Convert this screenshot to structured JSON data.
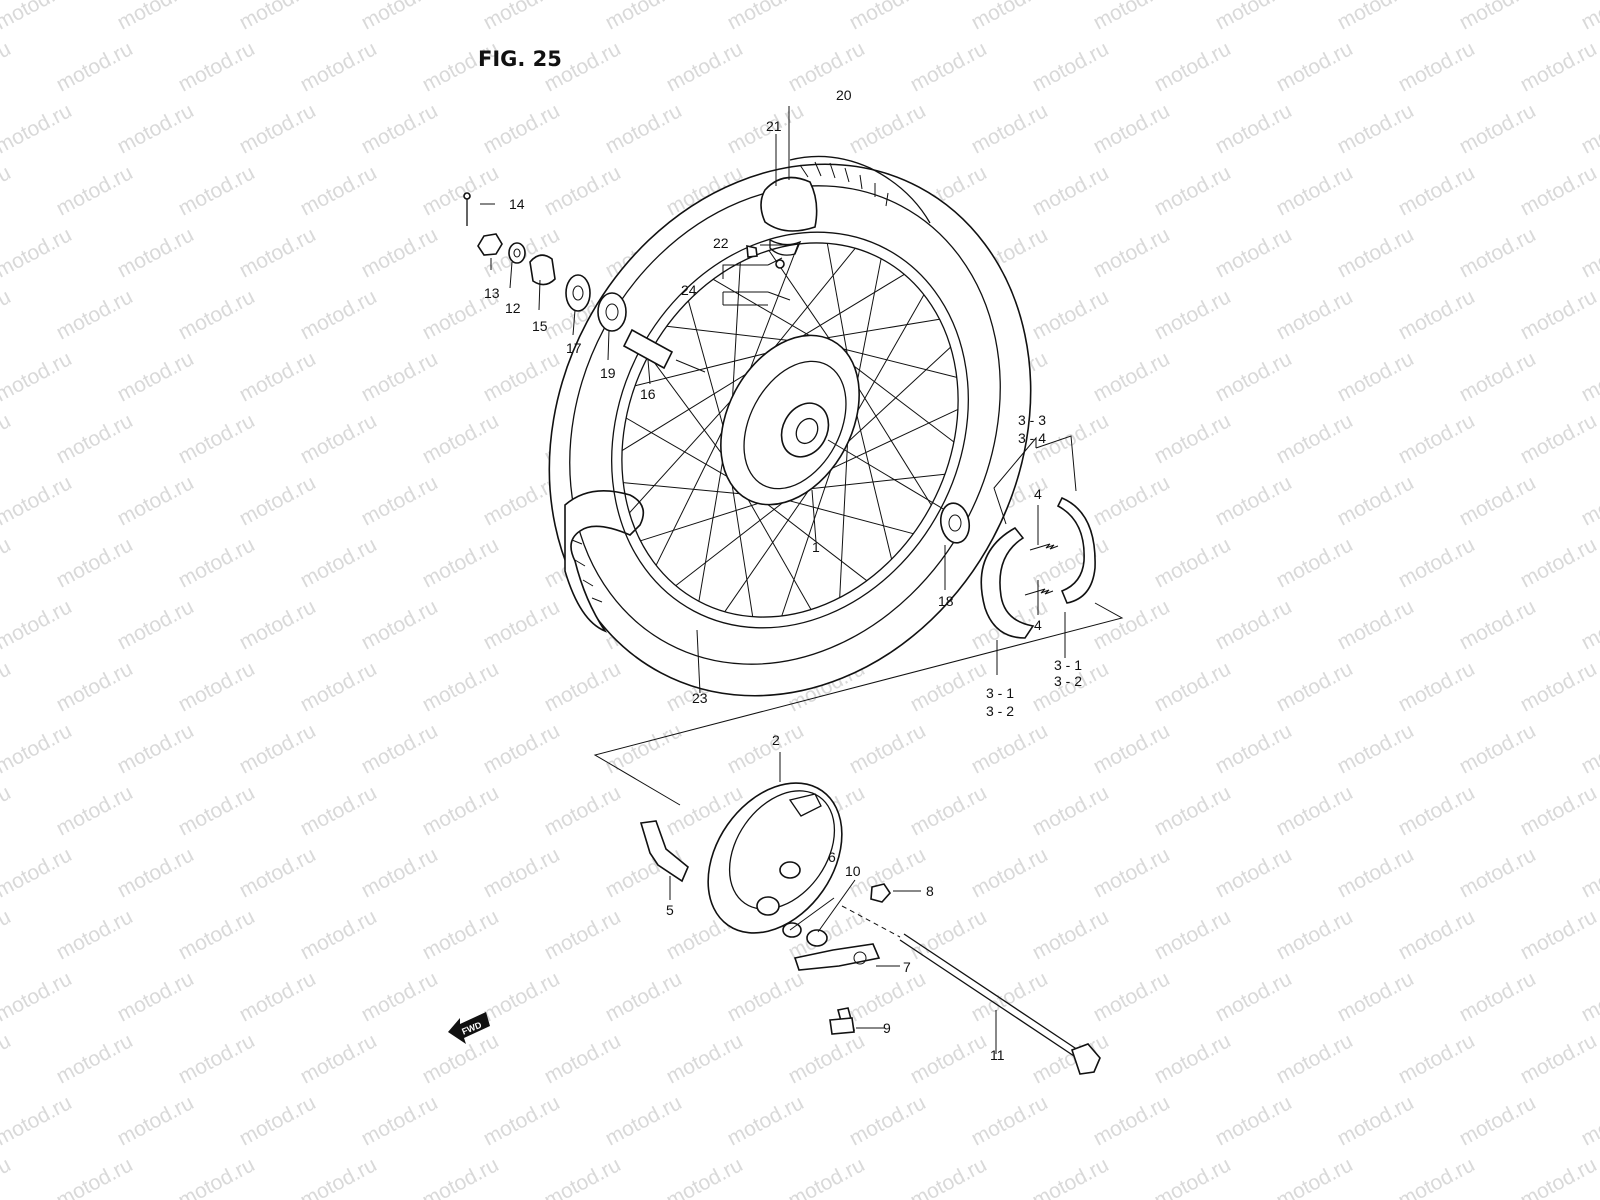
{
  "figure_title": "FIG. 25",
  "watermark_text": "motod.ru",
  "fwd_badge": "FWD",
  "callouts": {
    "c1": "1",
    "c2": "2",
    "c3_1_left": "3 - 1",
    "c3_2_left": "3 - 2",
    "c3_1_right": "3 - 1",
    "c3_2_right": "3 - 2",
    "c3_3": "3 - 3",
    "c3_4": "3 - 4",
    "c4_top": "4",
    "c4_bottom": "4",
    "c5": "5",
    "c6": "6",
    "c7": "7",
    "c8": "8",
    "c9": "9",
    "c10": "10",
    "c11": "11",
    "c12": "12",
    "c13": "13",
    "c14": "14",
    "c15": "15",
    "c16": "16",
    "c17": "17",
    "c18": "18",
    "c19": "19",
    "c20": "20",
    "c21": "21",
    "c22": "22",
    "c23": "23",
    "c24": "24"
  },
  "colors": {
    "ink": "#111111",
    "watermark": "#d9d9d9",
    "background": "#ffffff"
  }
}
